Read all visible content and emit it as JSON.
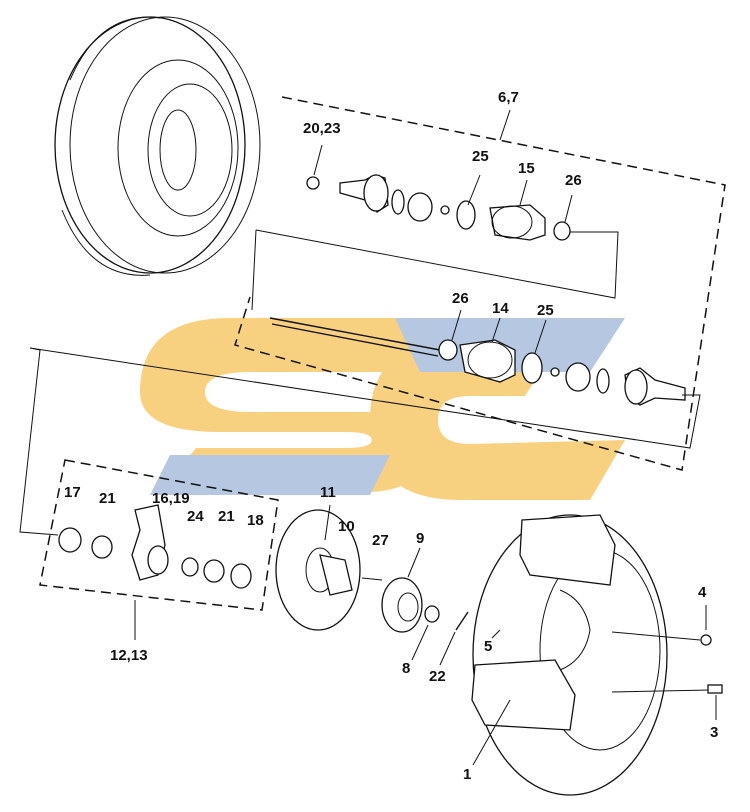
{
  "diagram": {
    "watermark_colors": {
      "yellow": "#F6C96A",
      "blue": "#A9BEDC"
    },
    "callouts": {
      "c_6_7": "6,7",
      "c_20_23": "20,23",
      "c_25a": "25",
      "c_15": "15",
      "c_26a": "26",
      "c_26b": "26",
      "c_14": "14",
      "c_25b": "25",
      "c_17": "17",
      "c_21a": "21",
      "c_16_19": "16,19",
      "c_24": "24",
      "c_21b": "21",
      "c_18": "18",
      "c_12_13": "12,13",
      "c_11": "11",
      "c_10": "10",
      "c_27": "27",
      "c_9": "9",
      "c_8": "8",
      "c_22": "22",
      "c_5": "5",
      "c_4": "4",
      "c_3": "3",
      "c_1": "1"
    }
  }
}
